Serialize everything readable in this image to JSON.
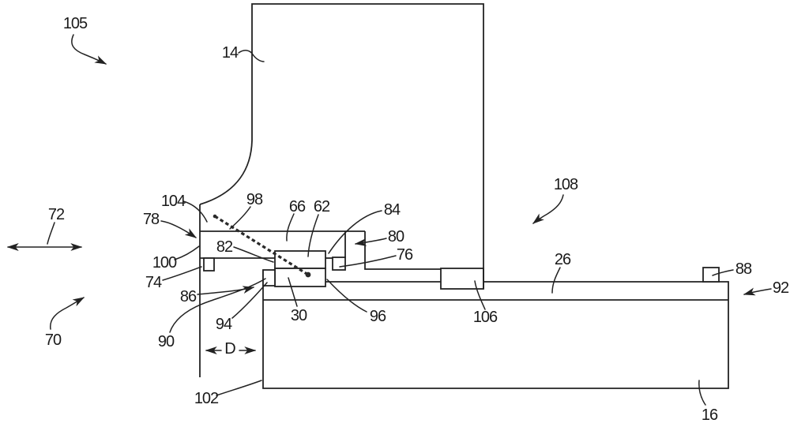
{
  "figure": {
    "kind": "patent-line-drawing",
    "background": "#ffffff",
    "line_color": "#222222",
    "label_color": "#1a1a1a"
  },
  "labels": {
    "105": {
      "text": "105"
    },
    "14": {
      "text": "14"
    },
    "72": {
      "text": "72"
    },
    "70": {
      "text": "70"
    },
    "78": {
      "text": "78"
    },
    "104": {
      "text": "104"
    },
    "98": {
      "text": "98"
    },
    "66": {
      "text": "66"
    },
    "62": {
      "text": "62"
    },
    "84": {
      "text": "84"
    },
    "80": {
      "text": "80"
    },
    "76": {
      "text": "76"
    },
    "82": {
      "text": "82"
    },
    "100": {
      "text": "100"
    },
    "74": {
      "text": "74"
    },
    "86": {
      "text": "86"
    },
    "90": {
      "text": "90"
    },
    "94": {
      "text": "94"
    },
    "30": {
      "text": "30"
    },
    "96": {
      "text": "96"
    },
    "106": {
      "text": "106"
    },
    "26": {
      "text": "26"
    },
    "88": {
      "text": "88"
    },
    "92": {
      "text": "92"
    },
    "108": {
      "text": "108"
    },
    "16": {
      "text": "16"
    },
    "102": {
      "text": "102"
    },
    "D": {
      "text": "D"
    }
  }
}
